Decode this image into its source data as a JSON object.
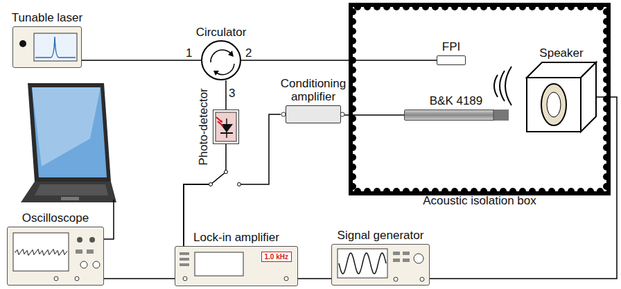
{
  "diagram": {
    "nodes": [
      {
        "text": [
          "Tunable laser"
        ]
      },
      {
        "text": [
          "Circulator"
        ]
      },
      {
        "text": [
          "Photo-detector"
        ]
      },
      {
        "text": [
          "Conditioning amplifier"
        ]
      },
      {
        "text": [
          "Acoustic isolation box"
        ]
      },
      {
        "text": [
          "FPI"
        ],
        "in": 4
      },
      {
        "text": [
          "B&K 4189"
        ],
        "in": 4
      },
      {
        "text": [
          "Speaker"
        ],
        "in": 4
      },
      {
        "text": [
          "Oscilloscope"
        ]
      },
      {
        "text": [
          "Lock-in amplifier",
          "1.0 kHz"
        ]
      },
      {
        "text": [
          "Signal generator"
        ]
      }
    ],
    "edges": [
      {
        "from": 0,
        "to": 1,
        "arrow": "none"
      },
      {
        "from": 1,
        "to": 5,
        "arrow": "none"
      },
      {
        "from": 1,
        "to": 2,
        "arrow": "none"
      },
      {
        "from": 6,
        "to": 3,
        "arrow": "none"
      },
      {
        "from": 2,
        "to": 9,
        "arrow": "none"
      },
      {
        "from": 3,
        "to": 9,
        "arrow": "none"
      },
      {
        "from": 7,
        "to": 10,
        "arrow": "none"
      },
      {
        "from": 8,
        "to": 9,
        "arrow": "none"
      },
      {
        "from": 9,
        "to": 10,
        "arrow": "none"
      }
    ],
    "labels": [
      "1",
      "2",
      "3"
    ]
  }
}
